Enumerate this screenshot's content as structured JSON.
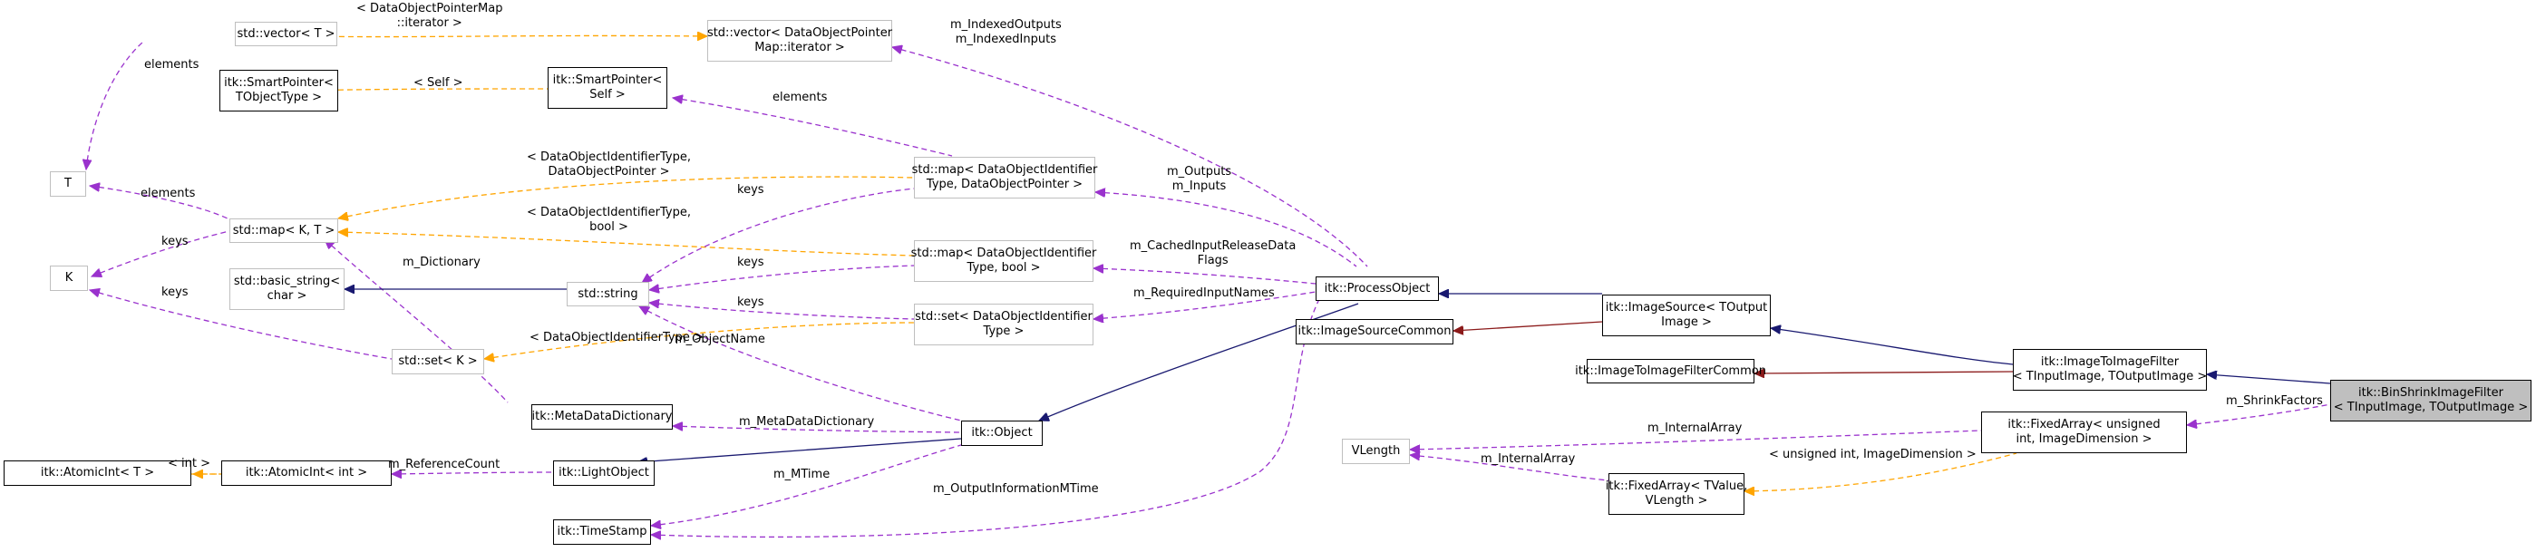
{
  "colors": {
    "inheritance": "#191970",
    "private_inheritance": "#8b1a1a",
    "usage": "#9a32cd",
    "template": "#ffa500",
    "focus_fill": "#bfbfbf",
    "undocumented_border": "#bfbfbf"
  },
  "nodes": {
    "std_vector_t": {
      "text": "std::vector< T >"
    },
    "std_vector_dop": {
      "text": "std::vector< DataObjectPointer\nMap::iterator >"
    },
    "smartptr_tobject": {
      "text": "itk::SmartPointer<\nTObjectType >"
    },
    "smartptr_self": {
      "text": "itk::SmartPointer<\nSelf >"
    },
    "t": {
      "text": "T"
    },
    "k": {
      "text": "K"
    },
    "std_map_k_t": {
      "text": "std::map< K, T >"
    },
    "std_map_dop": {
      "text": "std::map< DataObjectIdentifier\nType, DataObjectPointer >"
    },
    "std_map_bool": {
      "text": "std::map< DataObjectIdentifier\nType, bool >"
    },
    "basic_string": {
      "text": "std::basic_string<\nchar >"
    },
    "std_string": {
      "text": "std::string"
    },
    "std_set_dot": {
      "text": "std::set< DataObjectIdentifier\nType >"
    },
    "std_set_k": {
      "text": "std::set< K >"
    },
    "process_object": {
      "text": "itk::ProcessObject"
    },
    "image_source_common": {
      "text": "itk::ImageSourceCommon"
    },
    "image_source": {
      "text": "itk::ImageSource< TOutput\nImage >"
    },
    "i2i_common": {
      "text": "itk::ImageToImageFilterCommon"
    },
    "i2i_filter": {
      "text": "itk::ImageToImageFilter\n< TInputImage, TOutputImage >"
    },
    "bin_shrink": {
      "text": "itk::BinShrinkImageFilter\n< TInputImage, TOutputImage >"
    },
    "meta_dict": {
      "text": "itk::MetaDataDictionary"
    },
    "object": {
      "text": "itk::Object"
    },
    "atomicint_t": {
      "text": "itk::AtomicInt< T >"
    },
    "atomicint_int": {
      "text": "itk::AtomicInt< int >"
    },
    "light_object": {
      "text": "itk::LightObject"
    },
    "timestamp": {
      "text": "itk::TimeStamp"
    },
    "vlength": {
      "text": "VLength"
    },
    "fixedarray_unsigned": {
      "text": "itk::FixedArray< unsigned\nint, ImageDimension >"
    },
    "fixedarray_tvalue": {
      "text": "itk::FixedArray< TValue,\nVLength >"
    }
  },
  "edge_labels": {
    "dop_map_iterator": "< DataObjectPointerMap\n::iterator >",
    "indexed": "m_IndexedOutputs\nm_IndexedInputs",
    "elements_vec": "elements",
    "self_tpl": "< Self >",
    "elements_sp": "elements",
    "dot_dop_tpl": "< DataObjectIdentifierType,\nDataObjectPointer >",
    "elements_map": "elements",
    "outputs_inputs": "m_Outputs\nm_Inputs",
    "keys_1": "keys",
    "keys_2": "keys",
    "dot_bool_tpl": "< DataObjectIdentifierType,\nbool >",
    "keys_3": "keys",
    "cached": "m_CachedInputReleaseData\nFlags",
    "m_dictionary": "m_Dictionary",
    "keys_4": "keys",
    "keys_5": "keys",
    "required": "m_RequiredInputNames",
    "dot_tpl": "< DataObjectIdentifierType >",
    "object_name": "m_ObjectName",
    "meta_dictionary": "m_MetaDataDictionary",
    "shrink_factors": "m_ShrinkFactors",
    "internal_1": "m_InternalArray",
    "internal_2": "m_InternalArray",
    "unsigned_tpl": "< unsigned int, ImageDimension >",
    "int_tpl": "< int >",
    "ref_count": "m_ReferenceCount",
    "mtime": "m_MTime",
    "output_info": "m_OutputInformationMTime"
  }
}
